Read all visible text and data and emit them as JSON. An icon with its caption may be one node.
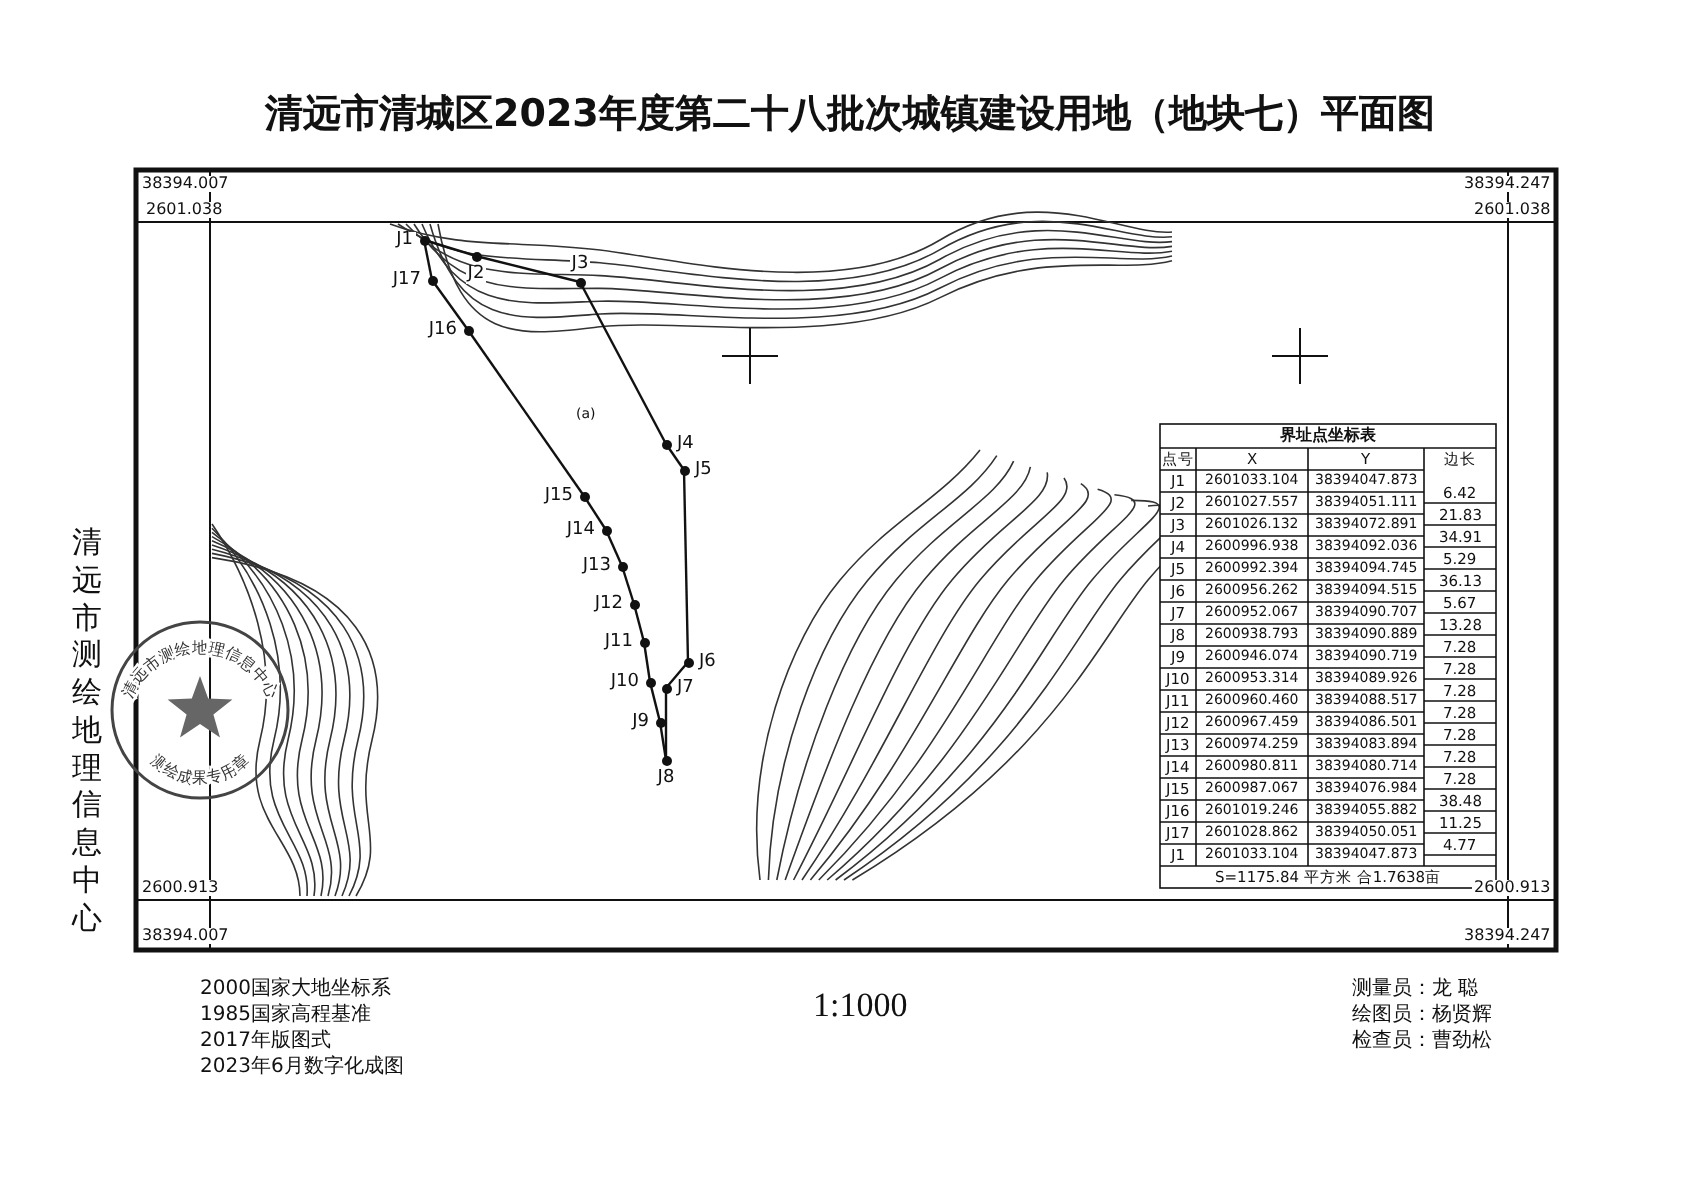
{
  "diagram": {
    "title": "清远市清城区2023年度第二十八批次城镇建设用地（地块七）平面图",
    "nodes": [
      {
        "text": [
          "J1"
        ]
      },
      {
        "text": [
          "J2"
        ]
      },
      {
        "text": [
          "J3"
        ]
      },
      {
        "text": [
          "J4"
        ]
      },
      {
        "text": [
          "J5"
        ]
      },
      {
        "text": [
          "J6"
        ]
      },
      {
        "text": [
          "J7"
        ]
      },
      {
        "text": [
          "J8"
        ]
      },
      {
        "text": [
          "J9"
        ]
      },
      {
        "text": [
          "J10"
        ]
      },
      {
        "text": [
          "J11"
        ]
      },
      {
        "text": [
          "J12"
        ]
      },
      {
        "text": [
          "J13"
        ]
      },
      {
        "text": [
          "J14"
        ]
      },
      {
        "text": [
          "J15"
        ]
      },
      {
        "text": [
          "J16"
        ]
      },
      {
        "text": [
          "J17"
        ]
      }
    ],
    "edges": [
      {
        "from": 0,
        "to": 1,
        "arrow": "none"
      },
      {
        "from": 1,
        "to": 2,
        "arrow": "none"
      },
      {
        "from": 2,
        "to": 3,
        "arrow": "none"
      },
      {
        "from": 3,
        "to": 4,
        "arrow": "none"
      },
      {
        "from": 4,
        "to": 5,
        "arrow": "none"
      },
      {
        "from": 5,
        "to": 6,
        "arrow": "none"
      },
      {
        "from": 6,
        "to": 7,
        "arrow": "none"
      },
      {
        "from": 7,
        "to": 8,
        "arrow": "none"
      },
      {
        "from": 8,
        "to": 9,
        "arrow": "none"
      },
      {
        "from": 9,
        "to": 10,
        "arrow": "none"
      },
      {
        "from": 10,
        "to": 11,
        "arrow": "none"
      },
      {
        "from": 11,
        "to": 12,
        "arrow": "none"
      },
      {
        "from": 12,
        "to": 13,
        "arrow": "none"
      },
      {
        "from": 13,
        "to": 14,
        "arrow": "none"
      },
      {
        "from": 14,
        "to": 15,
        "arrow": "none"
      },
      {
        "from": 15,
        "to": 16,
        "arrow": "none"
      },
      {
        "from": 16,
        "to": 0,
        "arrow": "none"
      }
    ],
    "labels": [
      "38394.007",
      "38394.247",
      "2601.038",
      "2601.038",
      "清远市测绘地理信息中心",
      "(a)",
      "界址点坐标表",
      "点号",
      "X",
      "Y",
      "边长",
      "J1",
      "2601033.104",
      "38394047.873",
      "6.42",
      "J2",
      "2601027.557",
      "38394051.111",
      "21.83",
      "J3",
      "2601026.132",
      "38394072.891",
      "34.91",
      "J4",
      "2600996.938",
      "38394092.036",
      "5.29",
      "J5",
      "2600992.394",
      "38394094.745",
      "36.13",
      "J6",
      "2600956.262",
      "38394094.515",
      "5.67",
      "J7",
      "2600952.067",
      "38394090.707",
      "13.28",
      "J8",
      "2600938.793",
      "38394090.889",
      "7.28",
      "J9",
      "2600946.074",
      "38394090.719",
      "7.28",
      "J10",
      "2600953.314",
      "38394089.926",
      "7.28",
      "J11",
      "2600960.460",
      "38394088.517",
      "7.28",
      "J12",
      "2600967.459",
      "38394086.501",
      "7.28",
      "J13",
      "2600974.259",
      "38394083.894",
      "7.28",
      "J14",
      "2600980.811",
      "38394080.714",
      "7.28",
      "J15",
      "2600987.067",
      "38394076.984",
      "38.48",
      "J16",
      "2601019.246",
      "38394055.882",
      "11.25",
      "J17",
      "2601028.862",
      "38394050.051",
      "4.77",
      "J1",
      "2601033.104",
      "38394047.873",
      "S=1175.84 平方米 合1.7638亩",
      "2600.913",
      "2600.913",
      "38394.007",
      "38394.247",
      "2000国家大地坐标系",
      "1985国家高程基准",
      "2017年版图式",
      "2023年6月数字化成图",
      "1:1000",
      "测量员：龙 聪",
      "绘图员：杨贤辉",
      "检查员：曹劲松",
      "清远市测绘地理信息中心",
      "测绘成果专用章"
    ]
  }
}
